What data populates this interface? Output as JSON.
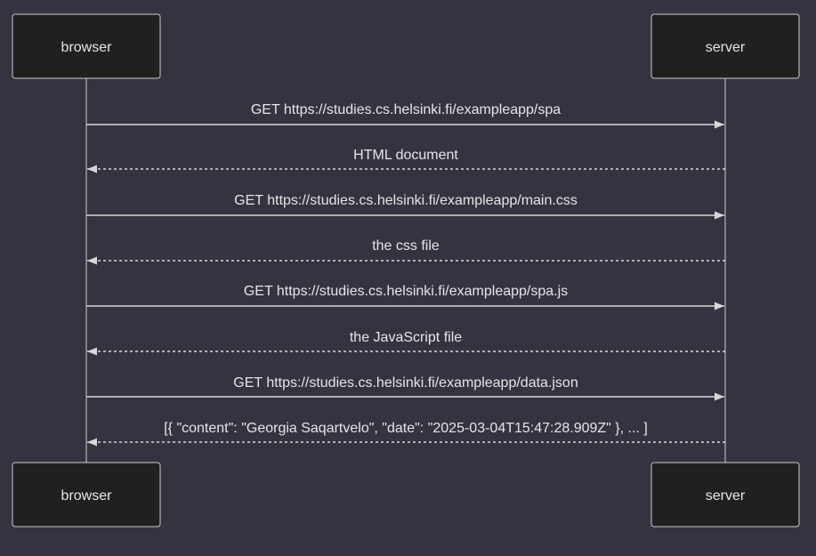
{
  "actors": {
    "browser": "browser",
    "server": "server"
  },
  "messages": [
    {
      "text": "GET https://studies.cs.helsinki.fi/exampleapp/spa",
      "from": "browser",
      "to": "server",
      "style": "solid"
    },
    {
      "text": "HTML document",
      "from": "server",
      "to": "browser",
      "style": "dashed"
    },
    {
      "text": "GET https://studies.cs.helsinki.fi/exampleapp/main.css",
      "from": "browser",
      "to": "server",
      "style": "solid"
    },
    {
      "text": "the css file",
      "from": "server",
      "to": "browser",
      "style": "dashed"
    },
    {
      "text": "GET https://studies.cs.helsinki.fi/exampleapp/spa.js",
      "from": "browser",
      "to": "server",
      "style": "solid"
    },
    {
      "text": "the JavaScript file",
      "from": "server",
      "to": "browser",
      "style": "dashed"
    },
    {
      "text": "GET https://studies.cs.helsinki.fi/exampleapp/data.json",
      "from": "browser",
      "to": "server",
      "style": "solid"
    },
    {
      "text": "[{ \"content\": \"Georgia Saqartvelo\", \"date\": \"2025-03-04T15:47:28.909Z\" }, ... ]",
      "from": "server",
      "to": "browser",
      "style": "dashed"
    }
  ],
  "colors": {
    "background": "#333440",
    "actor_fill": "#1f2020",
    "actor_stroke": "#cccccc",
    "text": "#e6e6e6",
    "line": "#d8d8d8"
  }
}
